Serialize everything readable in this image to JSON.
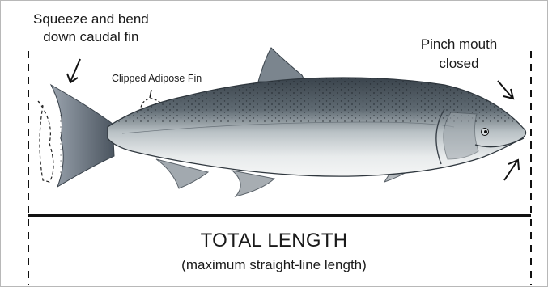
{
  "labels": {
    "caudal": [
      "Squeeze and bend",
      "down caudal fin"
    ],
    "mouth": [
      "Pinch mouth",
      "closed"
    ],
    "adipose": "Clipped Adipose Fin",
    "total_length": "TOTAL LENGTH",
    "total_length_note": "(maximum straight-line length)"
  },
  "colors": {
    "line": "#111111",
    "fish_back": "#3e4750",
    "fish_mid": "#8e9aa1",
    "fish_belly": "#e6e9ea",
    "fin": "#9aa0a6"
  }
}
